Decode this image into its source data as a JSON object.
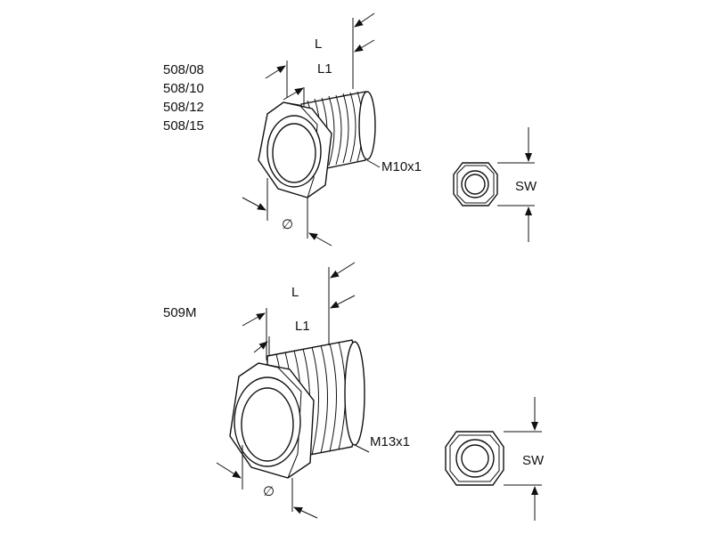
{
  "top": {
    "variants": [
      "508/08",
      "508/10",
      "508/12",
      "508/15"
    ],
    "dim_L": "L",
    "dim_L1": "L1",
    "thread": "M10x1",
    "diameter": "∅",
    "sw": "SW"
  },
  "bottom": {
    "variants": [
      "509M"
    ],
    "dim_L": "L",
    "dim_L1": "L1",
    "thread": "M13x1",
    "diameter": "∅",
    "sw": "SW"
  }
}
